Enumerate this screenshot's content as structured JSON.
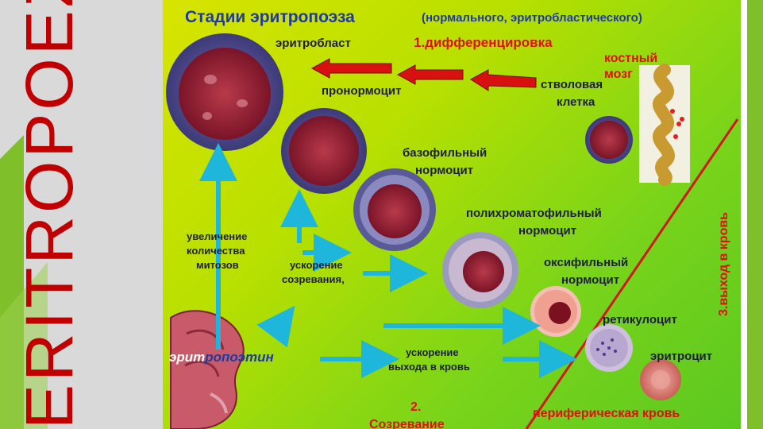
{
  "sidebar": {
    "title": "ERITROPOEZ"
  },
  "diagram": {
    "title": "Стадии эритропоэза",
    "subtitle": "(нормального, эритробластического)",
    "step1": "1.дифференцировка",
    "bone_marrow": "костный мозг",
    "cells": {
      "erythroblast": "эритробласт",
      "pronormocyte": "пронормоцит",
      "stem_line1": "стволовая",
      "stem_line2": "клетка",
      "basophil_line1": "базофильный",
      "basophil_line2": "нормоцит",
      "polychrom_line1": "полихроматофильный",
      "polychrom_line2": "нормоцит",
      "oxyphil_line1": "оксифильный",
      "oxyphil_line2": "нормоцит",
      "reticulocyte": "ретикулоцит",
      "erythrocyte": "эритроцит"
    },
    "mitosis_line1": "увеличение",
    "mitosis_line2": "количества",
    "mitosis_line3": "митозов",
    "maturation_line1": "ускорение",
    "maturation_line2": "созревания,",
    "epo_part1": "эрит",
    "epo_part2": "ропоэтин",
    "release_line1": "ускорение",
    "release_line2": "выхода в кровь",
    "step2_line1": "2.",
    "step2_line2": "Созревание",
    "step3": "3.выход в кровь",
    "peripheral": "периферическая кровь"
  },
  "colors": {
    "sidebar_title": "#c00000",
    "arrow_red": "#d81010",
    "arrow_cyan": "#1fb6dc",
    "divider_line": "#d01818"
  }
}
